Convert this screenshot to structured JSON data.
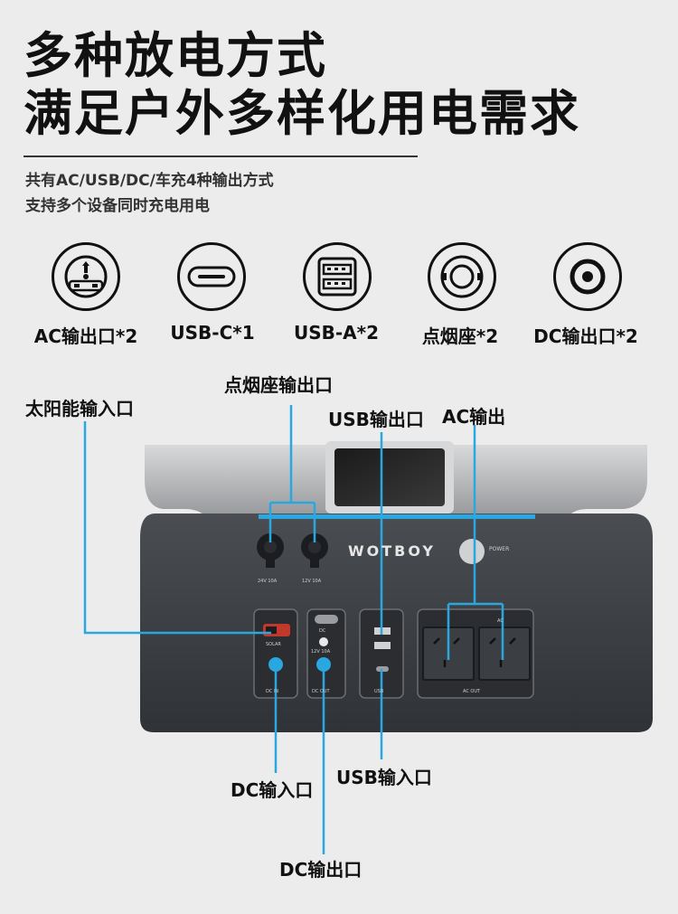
{
  "title": {
    "line1": "多种放电方式",
    "line2": "满足户外多样化用电需求"
  },
  "subtitle": {
    "line1": "共有AC/USB/DC/车充4种输出方式",
    "line2": "支持多个设备同时充电用电"
  },
  "ports": [
    {
      "icon": "ac-socket-icon",
      "label": "AC输出口*2"
    },
    {
      "icon": "usb-c-icon",
      "label": "USB-C*1"
    },
    {
      "icon": "usb-a-icon",
      "label": "USB-A*2"
    },
    {
      "icon": "cigarette-lighter-icon",
      "label": "点烟座*2"
    },
    {
      "icon": "dc-port-icon",
      "label": "DC输出口*2"
    }
  ],
  "callouts": {
    "solar_input": "太阳能输入口",
    "car_socket_output": "点烟座输出口",
    "usb_output": "USB输出口",
    "ac_output": "AC输出",
    "dc_input": "DC输入口",
    "usb_input": "USB输入口",
    "dc_output": "DC输出口"
  },
  "device": {
    "brand": "WOTBOY",
    "power_label": "POWER",
    "car_label_1": "24V 10A",
    "car_label_2": "12V 10A",
    "solar_label": "SOLAR",
    "dc_in_label": "DC IN",
    "dc_out_small": "DC",
    "dc_out_rating": "12V 10A",
    "dc_out_label": "DC OUT",
    "usb_label": "USB",
    "ac_small": "AC",
    "ac_out_label": "AC OUT"
  },
  "colors": {
    "accent_blue": "#2aa7e0",
    "body_dark": "#3a3d42",
    "handle_silver": "#b9bbbd",
    "text_dark": "#111111"
  }
}
